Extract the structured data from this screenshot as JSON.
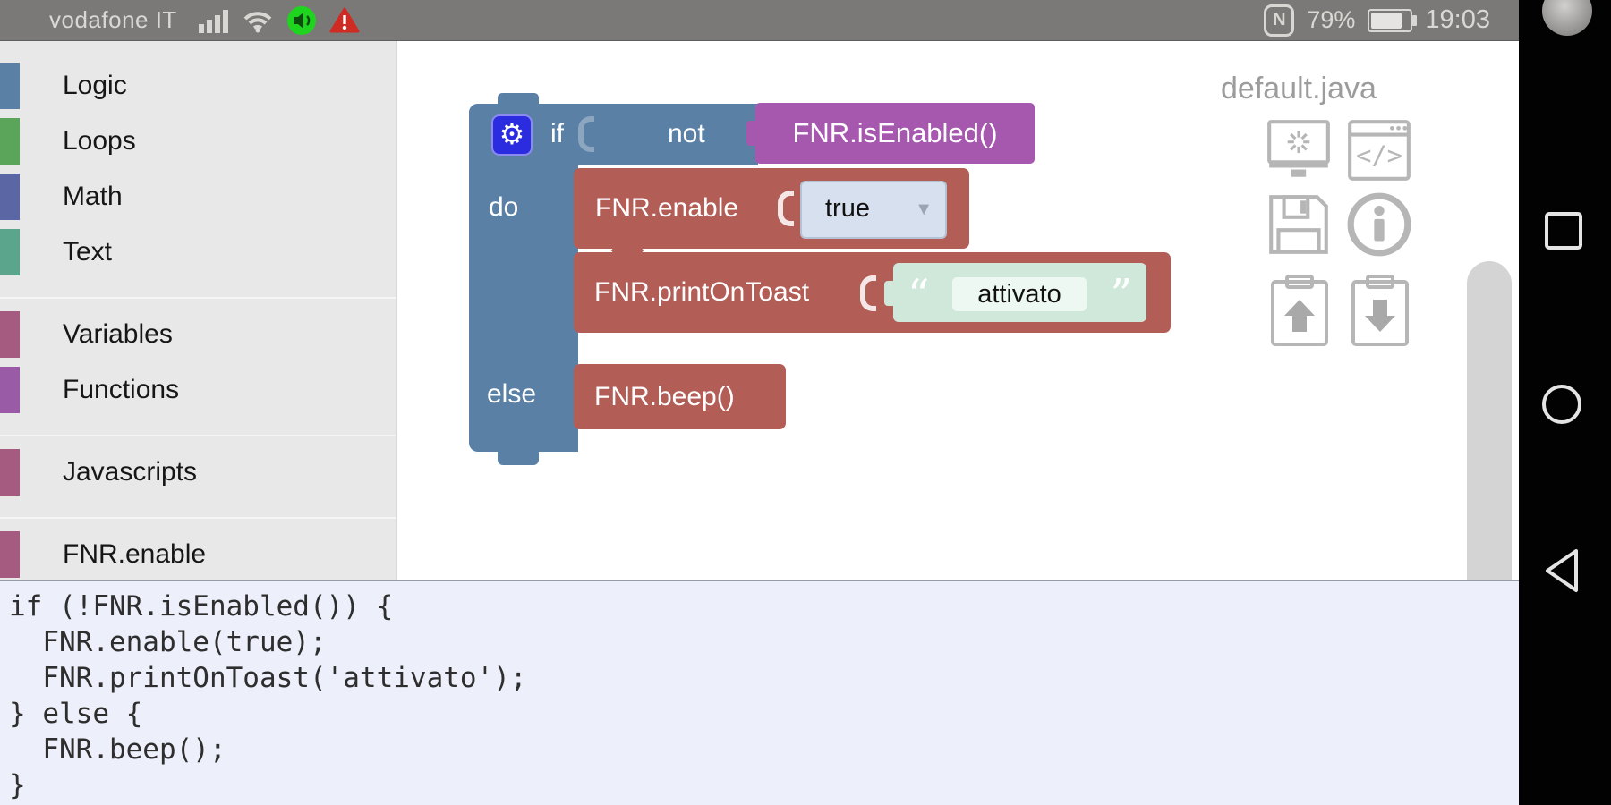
{
  "status_bar": {
    "carrier": "vodafone IT",
    "nfc_label": "N",
    "battery_percent": "79%",
    "time": "19:03"
  },
  "sidebar": {
    "categories": [
      {
        "label": "Logic",
        "color": "#5b80a5",
        "gap_after": false
      },
      {
        "label": "Loops",
        "color": "#5ba55b",
        "gap_after": false
      },
      {
        "label": "Math",
        "color": "#5b67a5",
        "gap_after": false
      },
      {
        "label": "Text",
        "color": "#5ba58c",
        "gap_after": true
      },
      {
        "label": "Variables",
        "color": "#a55b80",
        "gap_after": false
      },
      {
        "label": "Functions",
        "color": "#995ba5",
        "gap_after": true
      },
      {
        "label": "Javascripts",
        "color": "#a55b80",
        "gap_after": true
      },
      {
        "label": "FNR.enable",
        "color": "#a55b80",
        "gap_after": false
      }
    ]
  },
  "workspace": {
    "file_label": "default.java",
    "blocks": {
      "if_label": "if",
      "do_label": "do",
      "else_label": "else",
      "not_label": "not",
      "condition_label": "FNR.isEnabled()",
      "enable_label": "FNR.enable",
      "enable_value": "true",
      "dropdown_arrow": "▼",
      "toast_label": "FNR.printOnToast",
      "quote_open": "“",
      "quote_close": "”",
      "toast_value": "attivato",
      "beep_label": "FNR.beep()"
    },
    "toolbar_icons": [
      "run-monitor-icon",
      "show-code-icon",
      "save-floppy-icon",
      "info-icon",
      "clipboard-upload-icon",
      "clipboard-download-icon"
    ]
  },
  "code_panel": {
    "lines": [
      "if (!FNR.isEnabled()) {",
      "  FNR.enable(true);",
      "  FNR.printOnToast('attivato');",
      "} else {",
      "  FNR.beep();",
      "}"
    ]
  },
  "colors": {
    "logic_blue": "#5b80a5",
    "call_red": "#b35d57",
    "bool_purple": "#a558ad",
    "string_mint": "#cfe8da",
    "status_bar_bg": "#7b7977",
    "sidebar_bg": "#e8e8e8",
    "code_bg": "#edeffa",
    "gear_blue": "#2b2be0"
  }
}
